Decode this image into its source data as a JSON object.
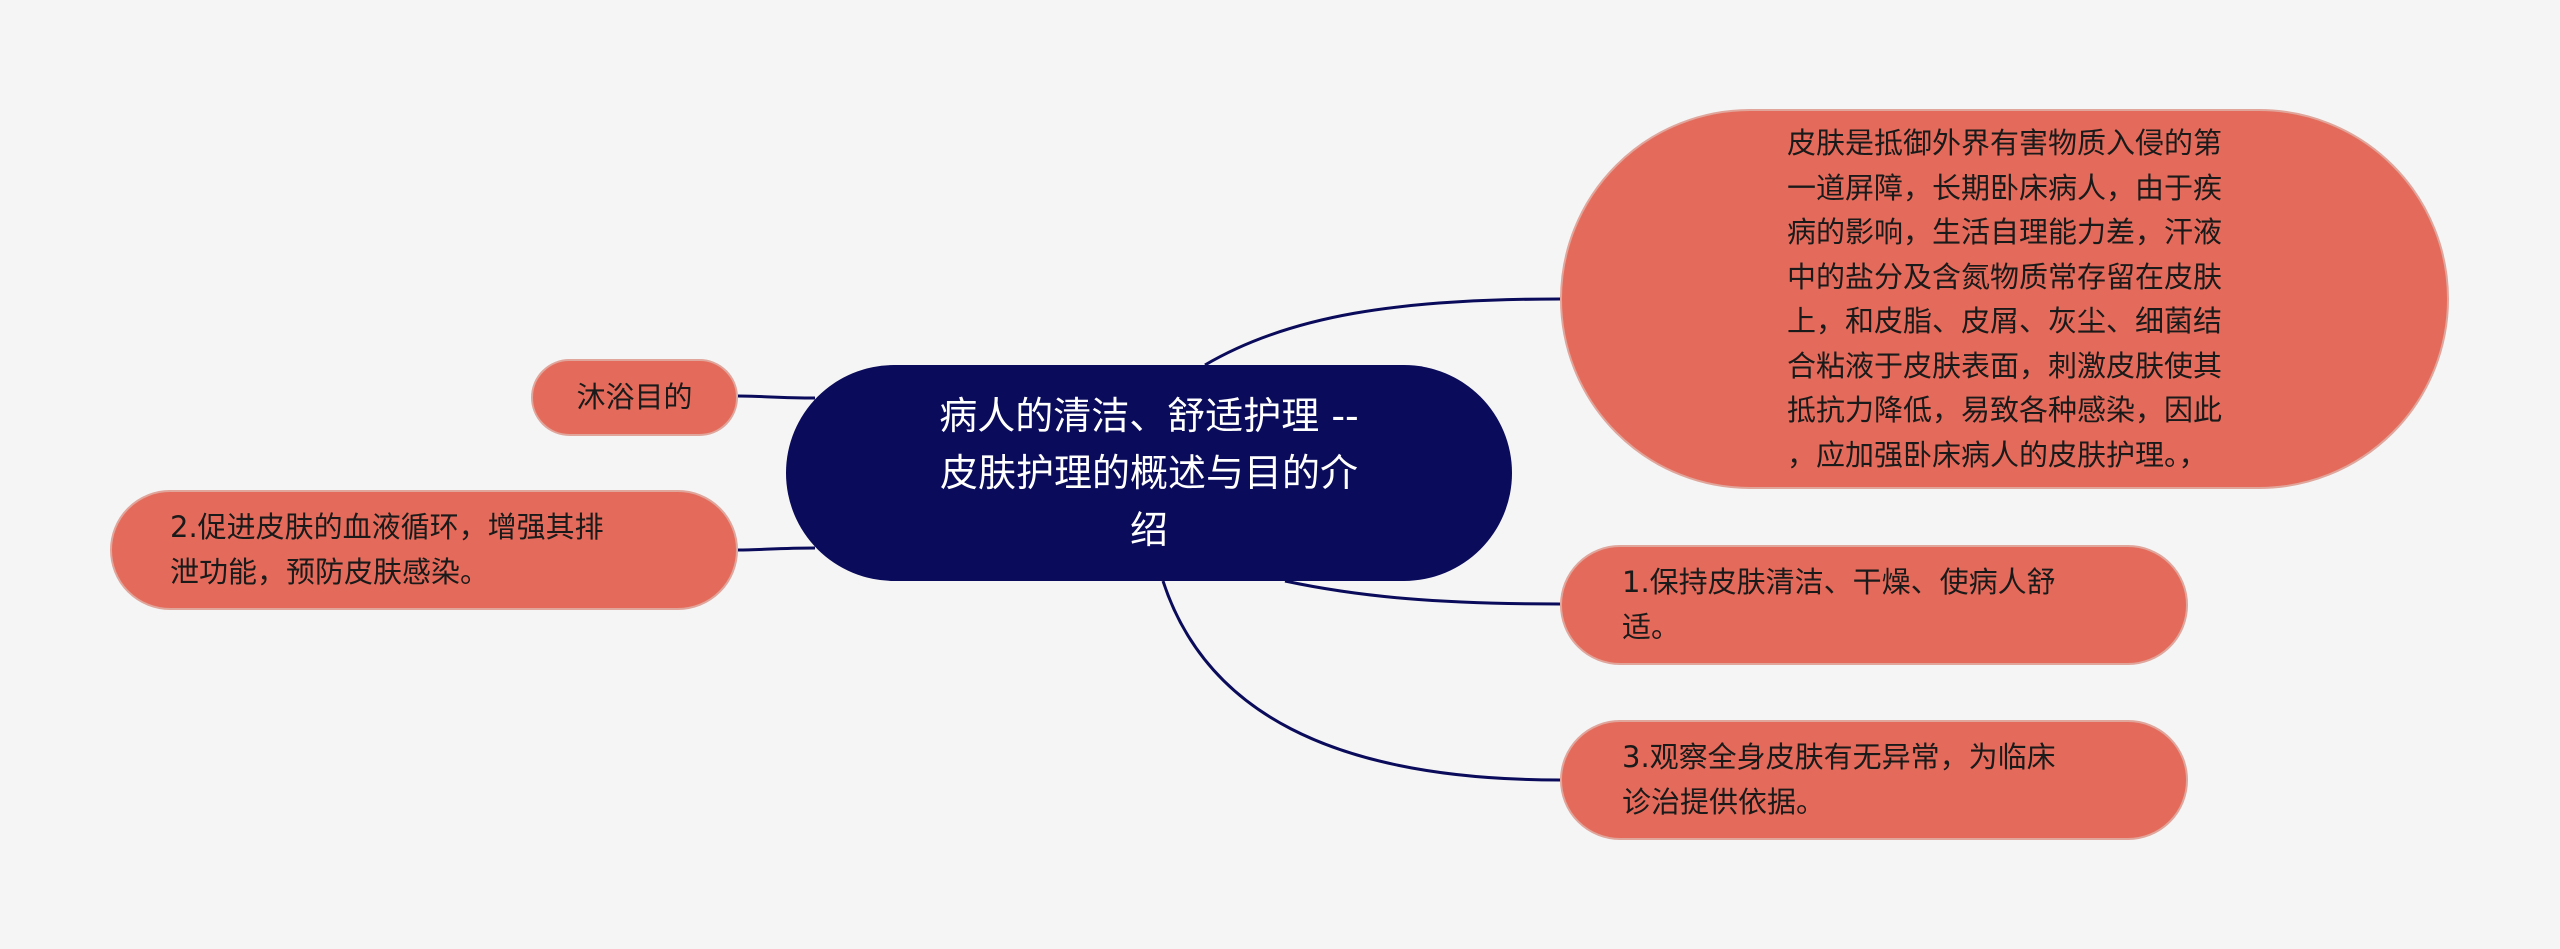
{
  "center": {
    "label": "病人的清洁、舒适护理 --\n皮肤护理的概述与目的介\n绍"
  },
  "left_nodes": {
    "bath": "沐浴目的",
    "promote": "2.促进皮肤的血液循环，增强其排\n泄功能，预防皮肤感染。"
  },
  "right_nodes": {
    "skin_intro": "皮肤是抵御外界有害物质入侵的第\n一道屏障，长期卧床病人，由于疾\n病的影响，生活自理能力差，汗液\n中的盐分及含氮物质常存留在皮肤\n上，和皮脂、皮屑、灰尘、细菌结\n合粘液于皮肤表面，刺激皮肤使其\n抵抗力降低，易致各种感染，因此\n，应加强卧床病人的皮肤护理。，",
    "keep_clean": "1.保持皮肤清洁、干燥、使病人舒\n适。",
    "observe": "3.观察全身皮肤有无异常，为临床\n诊治提供依据。"
  },
  "colors": {
    "background": "#f5f5f5",
    "center_fill": "#0a0b5a",
    "center_text": "#ffffff",
    "leaf_fill": "#e46b5b",
    "leaf_border": "#e0a59b",
    "edge": "#0a0b5a"
  }
}
